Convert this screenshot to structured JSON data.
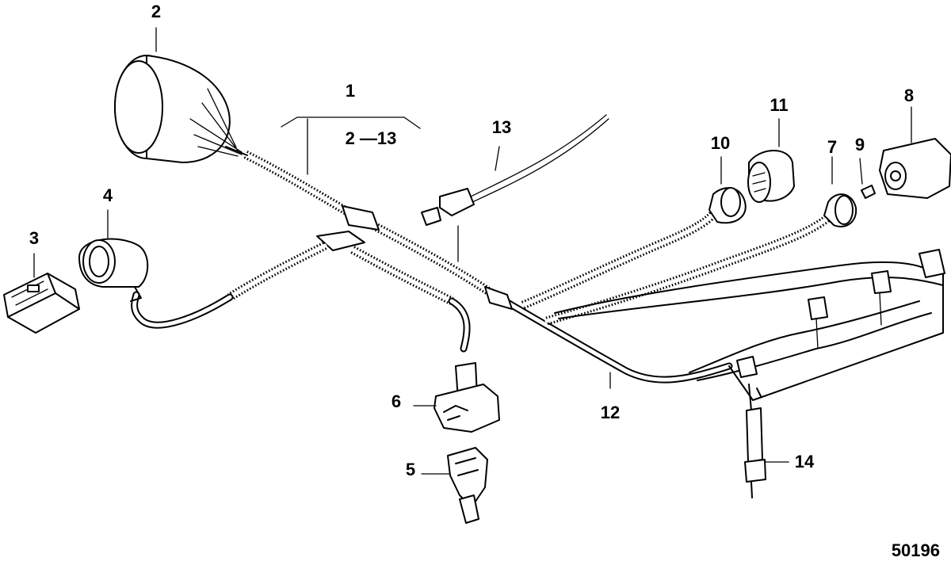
{
  "diagram": {
    "labels": {
      "l1": "1",
      "l1_range": "2 —13",
      "l2": "2",
      "l3": "3",
      "l4": "4",
      "l5": "5",
      "l6": "6",
      "l7": "7",
      "l8": "8",
      "l9": "9",
      "l10": "10",
      "l11": "11",
      "l12": "12",
      "l13": "13",
      "l14": "14"
    },
    "figure_number": "50196"
  }
}
